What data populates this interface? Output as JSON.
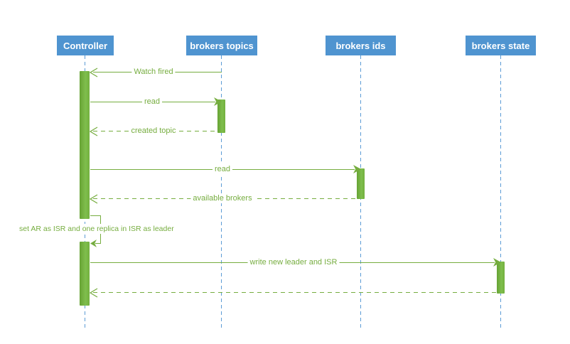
{
  "diagram": {
    "type": "uml-sequence",
    "participants": [
      {
        "id": "controller",
        "label": "Controller"
      },
      {
        "id": "brokers-topics",
        "label": "brokers topics"
      },
      {
        "id": "brokers-ids",
        "label": "brokers ids"
      },
      {
        "id": "brokers-state",
        "label": "brokers state"
      }
    ],
    "messages": [
      {
        "label": "Watch fired",
        "from": "brokers-topics",
        "to": "controller",
        "line": "solid",
        "arrow": "open"
      },
      {
        "label": "read",
        "from": "controller",
        "to": "brokers-topics",
        "line": "solid",
        "arrow": "filled"
      },
      {
        "label": "created topic",
        "from": "brokers-topics",
        "to": "controller",
        "line": "dashed",
        "arrow": "open"
      },
      {
        "label": "read",
        "from": "controller",
        "to": "brokers-ids",
        "line": "solid",
        "arrow": "filled"
      },
      {
        "label": "available brokers",
        "from": "brokers-ids",
        "to": "controller",
        "line": "dashed",
        "arrow": "open"
      },
      {
        "label": "set AR as ISR and one replica in ISR as leader",
        "from": "controller",
        "to": "controller",
        "line": "solid",
        "arrow": "filled"
      },
      {
        "label": "write new leader and ISR",
        "from": "controller",
        "to": "brokers-state",
        "line": "solid",
        "arrow": "filled"
      },
      {
        "label": "",
        "from": "brokers-state",
        "to": "controller",
        "line": "dashed",
        "arrow": "open"
      }
    ],
    "colors": {
      "participant_fill": "#4f94d0",
      "participant_text": "#ffffff",
      "lifeline": "#5b9bd5",
      "message": "#76ad3f",
      "activation_fill": "#74b13e"
    }
  }
}
